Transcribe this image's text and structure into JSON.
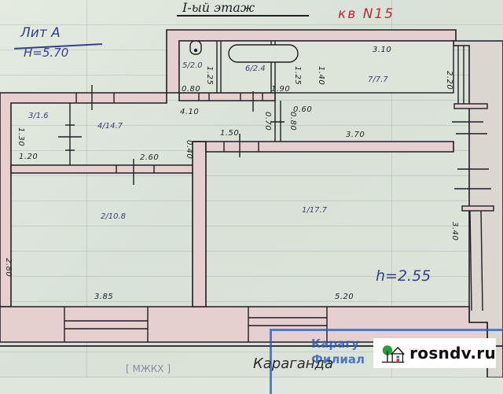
{
  "document": {
    "type": "floor plan (technical inventory drawing)",
    "floor_title": "I-ый этаж",
    "sheet_label": "Лит А",
    "building_height": "H=5.70",
    "apartment_label": "кв N15",
    "ceiling_height": "h=2.55"
  },
  "rooms": [
    {
      "number": "1",
      "area": "17.7",
      "label": "1/17.7"
    },
    {
      "number": "2",
      "area": "10.8",
      "label": "2/10.8"
    },
    {
      "number": "3",
      "area": "1.6",
      "label": "3/1.6"
    },
    {
      "number": "4",
      "area": "14.7",
      "label": "4/14.7"
    },
    {
      "number": "5",
      "area": "2.0",
      "label": "5/2.0"
    },
    {
      "number": "6",
      "area": "2.4",
      "label": "6/2.4"
    },
    {
      "number": "7",
      "area": "7.7",
      "label": "7/7.7"
    }
  ],
  "dimensions": {
    "d_310": "3.10",
    "d_125a": "1.25",
    "d_125b": "1.25",
    "d_140": "1.40",
    "d_080": "0.80",
    "d_190": "1.90",
    "d_220": "2.20",
    "d_410": "4.10",
    "d_060": "0.60",
    "d_130": "1.30",
    "d_120": "1.20",
    "d_260": "2.60",
    "d_040": "0.40",
    "d_150": "1.50",
    "d_070": "0.70",
    "d_080b": "0.80",
    "d_370": "3.70",
    "d_280": "2.80",
    "d_385": "3.85",
    "d_520": "5.20",
    "d_340": "3.40"
  },
  "stamp": {
    "line1": "Карагу",
    "line2": "Филиал",
    "handwriting": "Караганда",
    "bottom_left": "[ МЖКХ ]"
  },
  "watermark": {
    "text": "rosndv.ru",
    "icon": "house-tree-logo-icon"
  },
  "colors": {
    "paper": "#dfe6dc",
    "wall_fill": "#e6cfcf",
    "ink": "#1e1e24",
    "blue_ink": "#34408a",
    "red_ink": "#c0273a",
    "stamp_blue": "#285abe"
  }
}
